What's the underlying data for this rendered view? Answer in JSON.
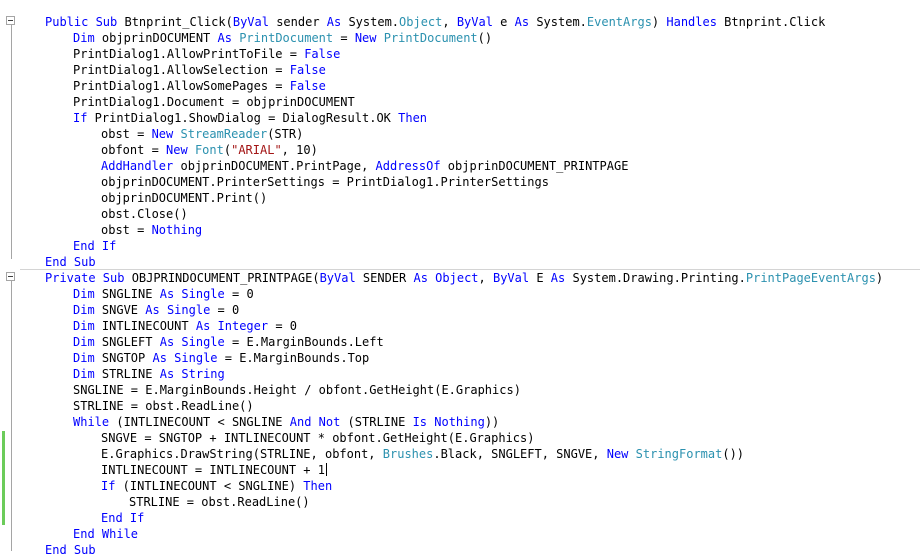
{
  "colors": {
    "background": "#ffffff",
    "keyword": "#0000ff",
    "type": "#2b91af",
    "string": "#a31515",
    "plain": "#000000",
    "change_bar": "#6ccc5a",
    "outline": "#a5a5a5"
  },
  "editor": {
    "icons": {
      "fold": "collapse-minus-icon"
    },
    "lines": [
      {
        "indent": 1,
        "tokens": [
          [
            "kw",
            "Public Sub"
          ],
          [
            "p",
            " Btnprint_Click("
          ],
          [
            "kw",
            "ByVal"
          ],
          [
            "p",
            " sender "
          ],
          [
            "kw",
            "As"
          ],
          [
            "p",
            " System."
          ],
          [
            "type",
            "Object"
          ],
          [
            "p",
            ", "
          ],
          [
            "kw",
            "ByVal"
          ],
          [
            "p",
            " e "
          ],
          [
            "kw",
            "As"
          ],
          [
            "p",
            " System."
          ],
          [
            "type",
            "EventArgs"
          ],
          [
            "p",
            ") "
          ],
          [
            "kw",
            "Handles"
          ],
          [
            "p",
            " Btnprint.Click"
          ]
        ]
      },
      {
        "indent": 2,
        "tokens": [
          [
            "kw",
            "Dim"
          ],
          [
            "p",
            " objprinDOCUMENT "
          ],
          [
            "kw",
            "As"
          ],
          [
            "p",
            " "
          ],
          [
            "type",
            "PrintDocument"
          ],
          [
            "p",
            " = "
          ],
          [
            "kw",
            "New"
          ],
          [
            "p",
            " "
          ],
          [
            "type",
            "PrintDocument"
          ],
          [
            "p",
            "()"
          ]
        ]
      },
      {
        "indent": 2,
        "tokens": [
          [
            "p",
            "PrintDialog1.AllowPrintToFile = "
          ],
          [
            "kw",
            "False"
          ]
        ]
      },
      {
        "indent": 2,
        "tokens": [
          [
            "p",
            "PrintDialog1.AllowSelection = "
          ],
          [
            "kw",
            "False"
          ]
        ]
      },
      {
        "indent": 2,
        "tokens": [
          [
            "p",
            "PrintDialog1.AllowSomePages = "
          ],
          [
            "kw",
            "False"
          ]
        ]
      },
      {
        "indent": 2,
        "tokens": [
          [
            "p",
            "PrintDialog1.Document = objprinDOCUMENT"
          ]
        ]
      },
      {
        "indent": 2,
        "tokens": [
          [
            "kw",
            "If"
          ],
          [
            "p",
            " PrintDialog1.ShowDialog = DialogResult.OK "
          ],
          [
            "kw",
            "Then"
          ]
        ]
      },
      {
        "indent": 3,
        "tokens": [
          [
            "p",
            "obst = "
          ],
          [
            "kw",
            "New"
          ],
          [
            "p",
            " "
          ],
          [
            "type",
            "StreamReader"
          ],
          [
            "p",
            "(STR)"
          ]
        ]
      },
      {
        "indent": 3,
        "tokens": [
          [
            "p",
            "obfont = "
          ],
          [
            "kw",
            "New"
          ],
          [
            "p",
            " "
          ],
          [
            "type",
            "Font"
          ],
          [
            "p",
            "("
          ],
          [
            "str",
            "\"ARIAL\""
          ],
          [
            "p",
            ", 10)"
          ]
        ]
      },
      {
        "indent": 3,
        "tokens": [
          [
            "kw",
            "AddHandler"
          ],
          [
            "p",
            " objprinDOCUMENT.PrintPage, "
          ],
          [
            "kw",
            "AddressOf"
          ],
          [
            "p",
            " objprinDOCUMENT_PRINTPAGE"
          ]
        ]
      },
      {
        "indent": 3,
        "tokens": [
          [
            "p",
            "objprinDOCUMENT.PrinterSettings = PrintDialog1.PrinterSettings"
          ]
        ]
      },
      {
        "indent": 3,
        "tokens": [
          [
            "p",
            "objprinDOCUMENT.Print()"
          ]
        ]
      },
      {
        "indent": 3,
        "tokens": [
          [
            "p",
            "obst.Close()"
          ]
        ]
      },
      {
        "indent": 3,
        "tokens": [
          [
            "p",
            "obst = "
          ],
          [
            "kw",
            "Nothing"
          ]
        ]
      },
      {
        "indent": 2,
        "tokens": [
          [
            "kw",
            "End If"
          ]
        ]
      },
      {
        "indent": 1,
        "tokens": [
          [
            "kw",
            "End Sub"
          ]
        ]
      },
      {
        "indent": 1,
        "tokens": [
          [
            "kw",
            "Private Sub"
          ],
          [
            "p",
            " OBJPRINDOCUMENT_PRINTPAGE("
          ],
          [
            "kw",
            "ByVal"
          ],
          [
            "p",
            " SENDER "
          ],
          [
            "kw",
            "As"
          ],
          [
            "p",
            " "
          ],
          [
            "kw",
            "Object"
          ],
          [
            "p",
            ", "
          ],
          [
            "kw",
            "ByVal"
          ],
          [
            "p",
            " E "
          ],
          [
            "kw",
            "As"
          ],
          [
            "p",
            " System.Drawing.Printing."
          ],
          [
            "type",
            "PrintPageEventArgs"
          ],
          [
            "p",
            ")"
          ]
        ]
      },
      {
        "indent": 2,
        "tokens": [
          [
            "kw",
            "Dim"
          ],
          [
            "p",
            " SNGLINE "
          ],
          [
            "kw",
            "As"
          ],
          [
            "p",
            " "
          ],
          [
            "kw",
            "Single"
          ],
          [
            "p",
            " = 0"
          ]
        ]
      },
      {
        "indent": 2,
        "tokens": [
          [
            "kw",
            "Dim"
          ],
          [
            "p",
            " SNGVE "
          ],
          [
            "kw",
            "As"
          ],
          [
            "p",
            " "
          ],
          [
            "kw",
            "Single"
          ],
          [
            "p",
            " = 0"
          ]
        ]
      },
      {
        "indent": 2,
        "tokens": [
          [
            "kw",
            "Dim"
          ],
          [
            "p",
            " INTLINECOUNT "
          ],
          [
            "kw",
            "As"
          ],
          [
            "p",
            " "
          ],
          [
            "kw",
            "Integer"
          ],
          [
            "p",
            " = 0"
          ]
        ]
      },
      {
        "indent": 2,
        "tokens": [
          [
            "kw",
            "Dim"
          ],
          [
            "p",
            " SNGLEFT "
          ],
          [
            "kw",
            "As"
          ],
          [
            "p",
            " "
          ],
          [
            "kw",
            "Single"
          ],
          [
            "p",
            " = E.MarginBounds.Left"
          ]
        ]
      },
      {
        "indent": 2,
        "tokens": [
          [
            "kw",
            "Dim"
          ],
          [
            "p",
            " SNGTOP "
          ],
          [
            "kw",
            "As"
          ],
          [
            "p",
            " "
          ],
          [
            "kw",
            "Single"
          ],
          [
            "p",
            " = E.MarginBounds.Top"
          ]
        ]
      },
      {
        "indent": 2,
        "tokens": [
          [
            "kw",
            "Dim"
          ],
          [
            "p",
            " STRLINE "
          ],
          [
            "kw",
            "As"
          ],
          [
            "p",
            " "
          ],
          [
            "kw",
            "String"
          ]
        ]
      },
      {
        "indent": 2,
        "tokens": [
          [
            "p",
            "SNGLINE = E.MarginBounds.Height / obfont.GetHeight(E.Graphics)"
          ]
        ]
      },
      {
        "indent": 2,
        "tokens": [
          [
            "p",
            "STRLINE = obst.ReadLine()"
          ]
        ]
      },
      {
        "indent": 2,
        "tokens": [
          [
            "kw",
            "While"
          ],
          [
            "p",
            " (INTLINECOUNT < SNGLINE "
          ],
          [
            "kw",
            "And Not"
          ],
          [
            "p",
            " (STRLINE "
          ],
          [
            "kw",
            "Is Nothing"
          ],
          [
            "p",
            "))"
          ]
        ]
      },
      {
        "indent": 3,
        "tokens": [
          [
            "p",
            "SNGVE = SNGTOP + INTLINECOUNT * obfont.GetHeight(E.Graphics)"
          ]
        ]
      },
      {
        "indent": 3,
        "tokens": [
          [
            "p",
            "E.Graphics.DrawString(STRLINE, obfont, "
          ],
          [
            "type",
            "Brushes"
          ],
          [
            "p",
            ".Black, SNGLEFT, SNGVE, "
          ],
          [
            "kw",
            "New"
          ],
          [
            "p",
            " "
          ],
          [
            "type",
            "StringFormat"
          ],
          [
            "p",
            "())"
          ]
        ]
      },
      {
        "indent": 3,
        "caret": true,
        "tokens": [
          [
            "p",
            "INTLINECOUNT = INTLINECOUNT + 1"
          ]
        ]
      },
      {
        "indent": 3,
        "tokens": [
          [
            "kw",
            "If"
          ],
          [
            "p",
            " (INTLINECOUNT < SNGLINE) "
          ],
          [
            "kw",
            "Then"
          ]
        ]
      },
      {
        "indent": 4,
        "tokens": [
          [
            "p",
            "STRLINE = obst.ReadLine()"
          ]
        ]
      },
      {
        "indent": 3,
        "tokens": [
          [
            "kw",
            "End If"
          ]
        ]
      },
      {
        "indent": 2,
        "tokens": [
          [
            "kw",
            "End While"
          ]
        ]
      },
      {
        "indent": 1,
        "tokens": [
          [
            "kw",
            "End Sub"
          ]
        ]
      }
    ]
  }
}
